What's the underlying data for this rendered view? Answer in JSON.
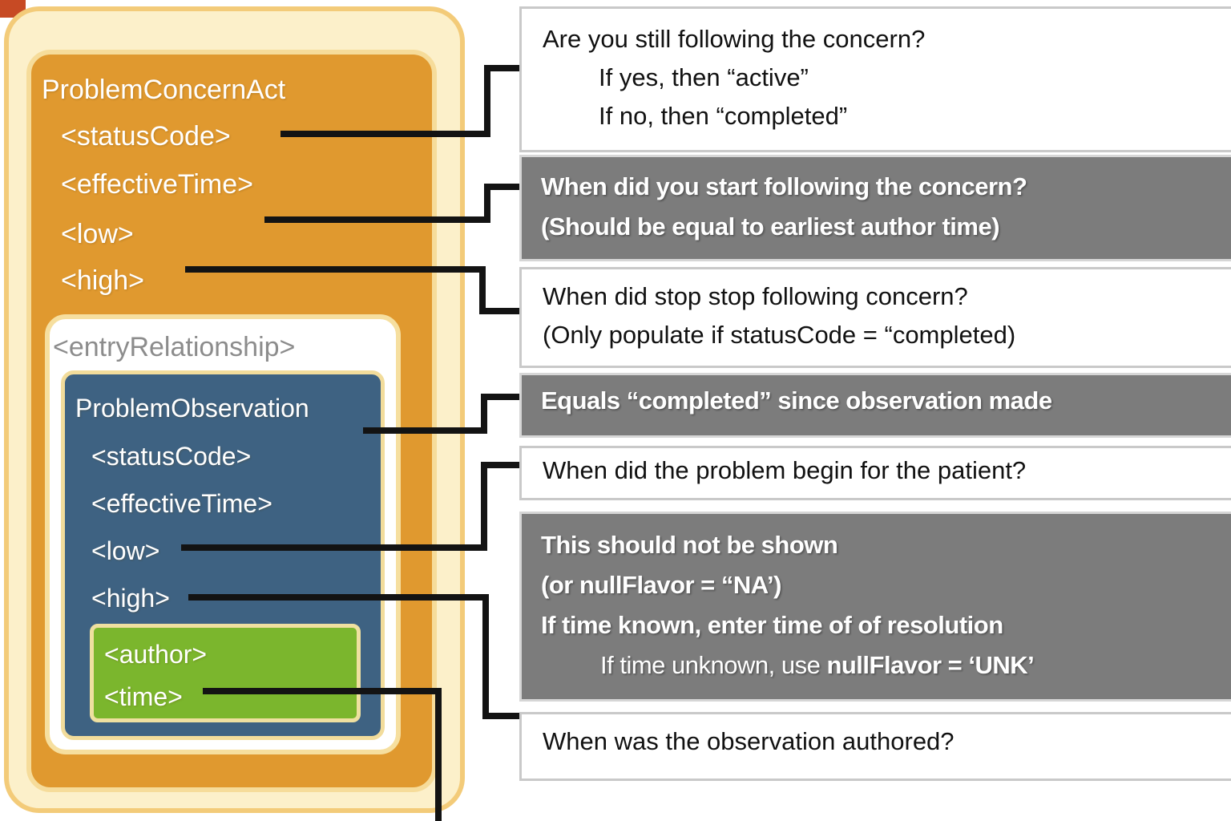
{
  "colors": {
    "cream_fill": "#fcf0ca",
    "cream_border": "#f3cb79",
    "orange_fill": "#e0992f",
    "blue_fill": "#3e6282",
    "green_fill": "#7bb62d",
    "gray_note_fill": "#7c7c7c",
    "note_border": "#c9c9c9",
    "connector": "#131313",
    "red_corner": "#c74a24"
  },
  "diagram": {
    "concern_act": {
      "title": "ProblemConcernAct",
      "fields": [
        "<statusCode>",
        "<effectiveTime>",
        "<low>",
        "<high>"
      ]
    },
    "entry_relationship_label": "<entryRelationship>",
    "observation": {
      "title": "ProblemObservation",
      "fields": [
        "<statusCode>",
        "<effectiveTime>",
        "<low>",
        "<high>"
      ]
    },
    "author_block": {
      "fields": [
        "<author>",
        "<time>"
      ]
    }
  },
  "annotations": {
    "status_code_note": {
      "lines": [
        "Are you still following the concern?",
        "If yes, then “active”",
        "If no, then “completed”"
      ]
    },
    "effective_time_note": {
      "lines": [
        "When did you start following the concern?",
        "(Should be equal to earliest author time)"
      ]
    },
    "high_note": {
      "lines": [
        "When did stop stop following concern?",
        "(Only populate if statusCode = “completed)"
      ]
    },
    "obs_status_note": {
      "text": "Equals “completed” since observation made"
    },
    "obs_low_note": {
      "text": "When did the problem begin for the patient?"
    },
    "obs_high_note": {
      "lines": [
        "This should not be shown",
        "(or nullFlavor = “NA’)",
        "If time known, enter time of of resolution"
      ],
      "line4_prefix": "If time unknown, use ",
      "line4_bold": "nullFlavor = ‘UNK’"
    },
    "author_time_note": {
      "text": "When was the observation authored?"
    }
  }
}
